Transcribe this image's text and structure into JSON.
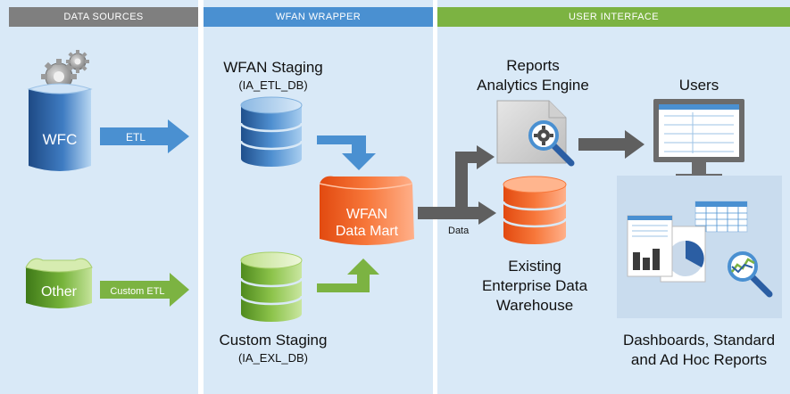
{
  "headers": {
    "data_sources": "DATA SOURCES",
    "wfan_wrapper": "WFAN WRAPPER",
    "user_interface": "USER INTERFACE"
  },
  "sources": {
    "wfc": "WFC",
    "etl": "ETL",
    "other": "Other",
    "custom_etl": "Custom ETL"
  },
  "wrapper": {
    "wfan_staging": "WFAN Staging",
    "wfan_staging_db": "(IA_ETL_DB)",
    "data_mart_line1": "WFAN",
    "data_mart_line2": "Data Mart",
    "custom_staging": "Custom Staging",
    "custom_staging_db": "(IA_EXL_DB)",
    "data": "Data"
  },
  "ui": {
    "reports_engine_line1": "Reports",
    "reports_engine_line2": "Analytics Engine",
    "users": "Users",
    "edw_line1": "Existing",
    "edw_line2": "Enterprise Data",
    "edw_line3": "Warehouse",
    "dashboards_line1": "Dashboards, Standard",
    "dashboards_line2": "and Ad Hoc Reports"
  },
  "colors": {
    "panel_bg": "#d9e9f7",
    "header_gray": "#7f7f7f",
    "header_blue": "#4a90d1",
    "header_green": "#7cb342",
    "arrow_blue": "#4a90d1",
    "arrow_green": "#7cb342",
    "arrow_gray": "#5f5f5f",
    "mart_orange": "#f25d1c"
  },
  "icons": {
    "gears": "gears-icon",
    "search": "magnifier-gear-icon",
    "monitor": "monitor-icon"
  }
}
